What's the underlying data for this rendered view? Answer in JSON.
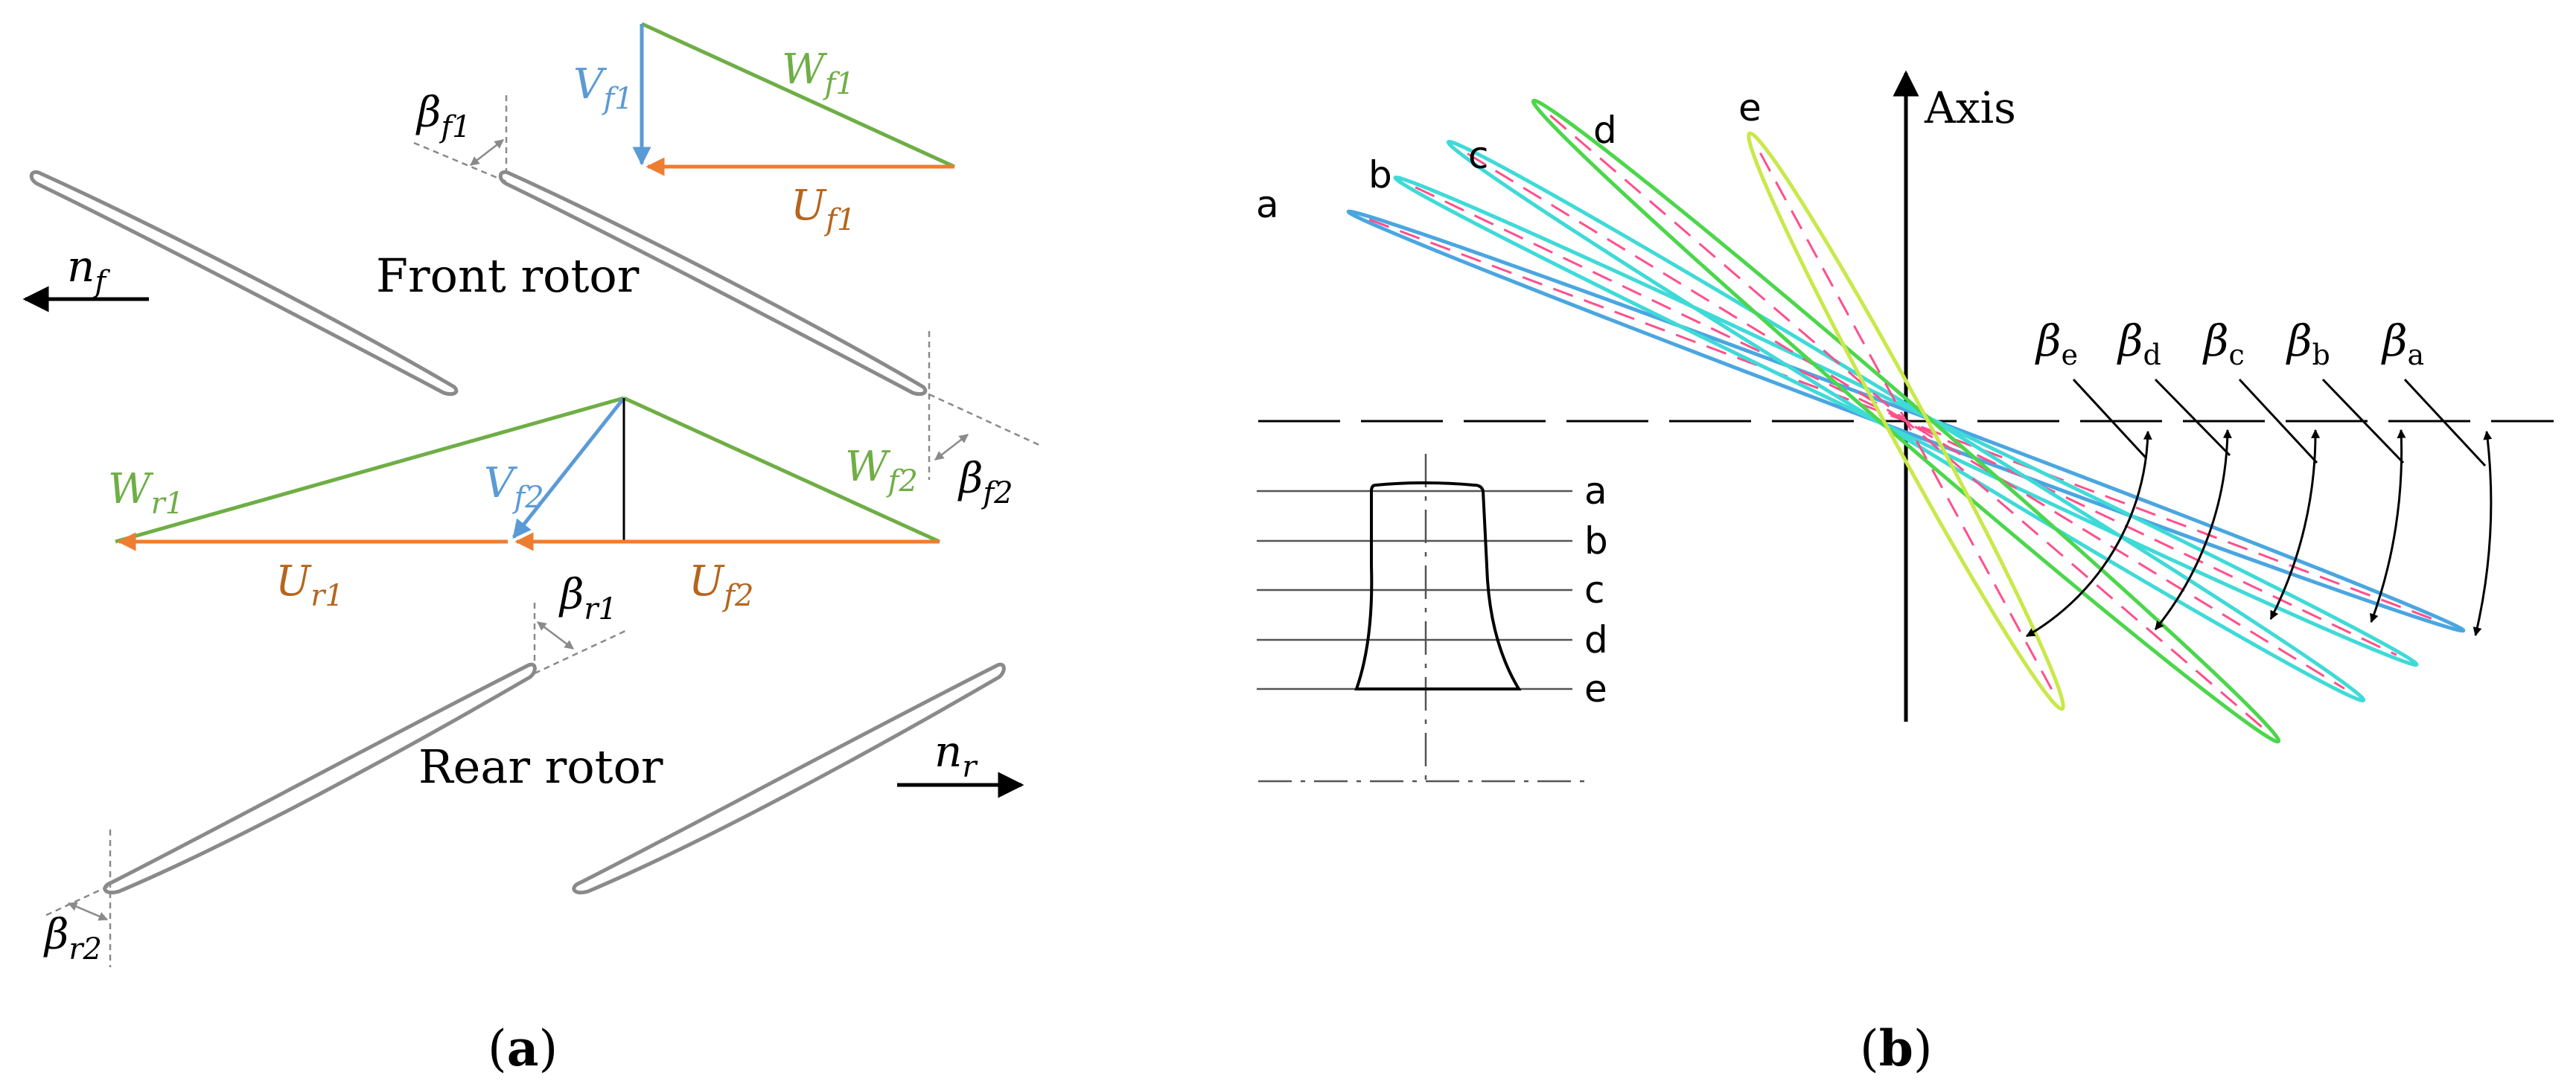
{
  "panel_a": {
    "front_rotor_label": "Front rotor",
    "rear_rotor_label": "Rear rotor",
    "n_f": {
      "base": "n",
      "sub": "f"
    },
    "n_r": {
      "base": "n",
      "sub": "r"
    },
    "V_f1": {
      "base": "V",
      "sub": "f1"
    },
    "W_f1": {
      "base": "W",
      "sub": "f1"
    },
    "U_f1": {
      "base": "U",
      "sub": "f1"
    },
    "beta_f1": {
      "base": "β",
      "sub": "f1"
    },
    "beta_f2": {
      "base": "β",
      "sub": "f2"
    },
    "W_r1": {
      "base": "W",
      "sub": "r1"
    },
    "V_f2": {
      "base": "V",
      "sub": "f2"
    },
    "W_f2": {
      "base": "W",
      "sub": "f2"
    },
    "U_r1": {
      "base": "U",
      "sub": "r1"
    },
    "U_f2": {
      "base": "U",
      "sub": "f2"
    },
    "beta_r1": {
      "base": "β",
      "sub": "r1"
    },
    "beta_r2": {
      "base": "β",
      "sub": "r2"
    },
    "caption": {
      "open": "(",
      "letter": "a",
      "close": ")"
    }
  },
  "panel_b": {
    "axis_label": "Axis",
    "section_labels": [
      "a",
      "b",
      "c",
      "d",
      "e"
    ],
    "beta_labels": [
      {
        "base": "β",
        "sub": "e"
      },
      {
        "base": "β",
        "sub": "d"
      },
      {
        "base": "β",
        "sub": "c"
      },
      {
        "base": "β",
        "sub": "b"
      },
      {
        "base": "β",
        "sub": "a"
      }
    ],
    "caption": {
      "open": "(",
      "letter": "b",
      "close": ")"
    }
  },
  "colors": {
    "green": "#6fae46",
    "blue": "#5b9bd5",
    "orange": "#ed7d31",
    "brown_text": "#b5651d",
    "blade_gray": "#8a8a8a",
    "cyan": "#3fdad8",
    "sky": "#4aa6e0",
    "yellow_green": "#c9e84a",
    "pink_dash": "#ff4f8b"
  }
}
